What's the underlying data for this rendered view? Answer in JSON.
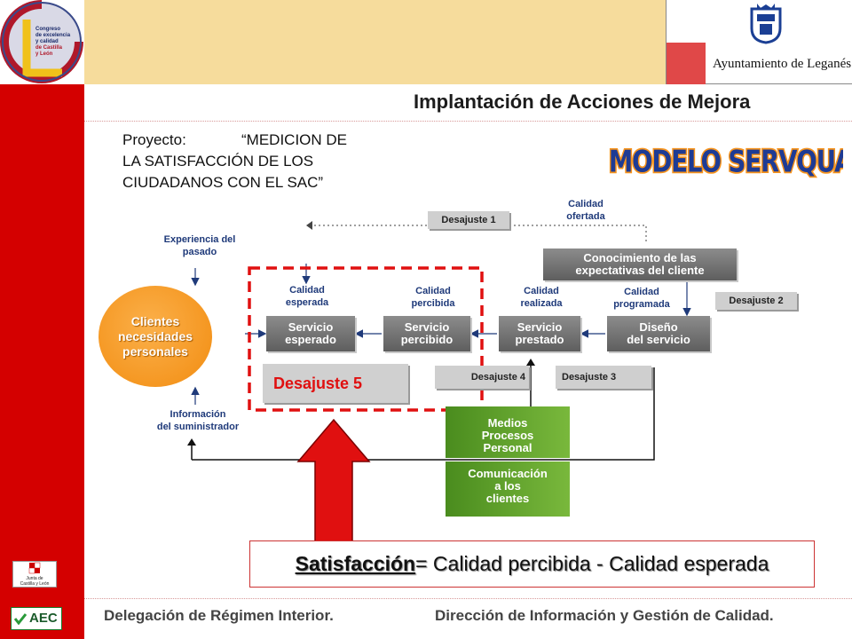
{
  "header": {
    "congress_logo_lines": [
      "Congreso",
      "de excelencia",
      "y calidad",
      "de Castilla",
      "y León"
    ],
    "ayuntamiento": "Ayuntamiento de Leganés"
  },
  "title": "Implantación de Acciones de Mejora",
  "project": {
    "label": "Proyecto:",
    "line1": "“MEDICION DE",
    "line2": "LA SATISFACCIÓN DE LOS",
    "line3": "CIUDADANOS CON EL SAC”"
  },
  "model_title": "MODELO SERVQUAL",
  "diagram": {
    "experiencia": [
      "Experiencia del",
      "pasado"
    ],
    "informacion": [
      "Información",
      "del suministrador"
    ],
    "clientes": [
      "Clientes",
      "necesidades",
      "personales"
    ],
    "calidad_esperada": [
      "Calidad",
      "esperada"
    ],
    "calidad_percibida": [
      "Calidad",
      "percibida"
    ],
    "calidad_realizada": [
      "Calidad",
      "realizada"
    ],
    "calidad_programada": [
      "Calidad",
      "programada"
    ],
    "calidad_ofertada": [
      "Calidad",
      "ofertada"
    ],
    "servicio_esperado": [
      "Servicio",
      "esperado"
    ],
    "servicio_percibido": [
      "Servicio",
      "percibido"
    ],
    "servicio_prestado": [
      "Servicio",
      "prestado"
    ],
    "diseno": [
      "Diseño",
      "del servicio"
    ],
    "conocimiento": [
      "Conocimiento de las",
      "expectativas del cliente"
    ],
    "desajuste1": "Desajuste 1",
    "desajuste2": "Desajuste 2",
    "desajuste3": "Desajuste 3",
    "desajuste4": "Desajuste 4",
    "desajuste5": "Desajuste 5",
    "medios": [
      "Medios",
      "Procesos",
      "Personal"
    ],
    "comunicacion": [
      "Comunicación",
      "a los",
      "clientes"
    ]
  },
  "formula": {
    "term": "Satisfacción",
    "rest": "= Calidad percibida - Calidad esperada"
  },
  "footer": {
    "left": "Delegación de Régimen Interior.",
    "right": "Dirección de Información y Gestión de Calidad.",
    "junta": [
      "Junta de",
      "Castilla y León"
    ],
    "aec": "AEC"
  },
  "colors": {
    "accent_red": "#d40000",
    "band": "#f6dc9c",
    "navy": "#1f3a7a",
    "orange": "#f7941d",
    "green": "#5c9e2b"
  }
}
